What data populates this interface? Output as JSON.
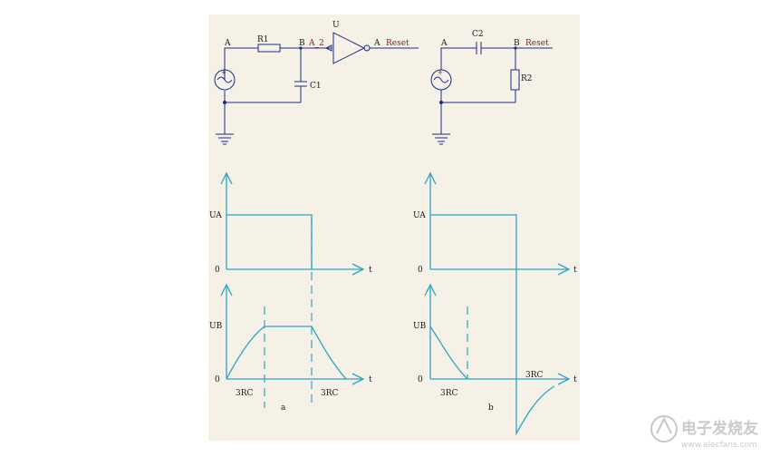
{
  "circuit_a": {
    "node_a": "A",
    "node_b": "B",
    "r1": "R1",
    "c1": "C1",
    "u": "U",
    "a2": "A_2",
    "a_out": "A",
    "reset": "Reset"
  },
  "circuit_b": {
    "node_a": "A",
    "node_b": "B",
    "c2": "C2",
    "r2": "R2",
    "reset": "Reset"
  },
  "graph_a": {
    "ua": "UA",
    "ub": "UB",
    "zero_top": "0",
    "zero_bottom": "0",
    "t_top": "t",
    "t_bottom": "t",
    "rc_left": "3RC",
    "rc_right": "3RC",
    "caption": "a"
  },
  "graph_b": {
    "ua": "UA",
    "ub": "UB",
    "zero_top": "0",
    "zero_bottom": "0",
    "t_top": "t",
    "t_bottom": "t",
    "rc_left": "3RC",
    "rc_right": "3RC",
    "caption": "b"
  },
  "watermark": {
    "brand": "电子发烧友",
    "url": "www.elecfans.com"
  },
  "colors": {
    "wire": "#1a2a8a",
    "waveform": "#2ea3c7",
    "label_red": "#8b1a1a",
    "panel": "#f6f1e7"
  }
}
